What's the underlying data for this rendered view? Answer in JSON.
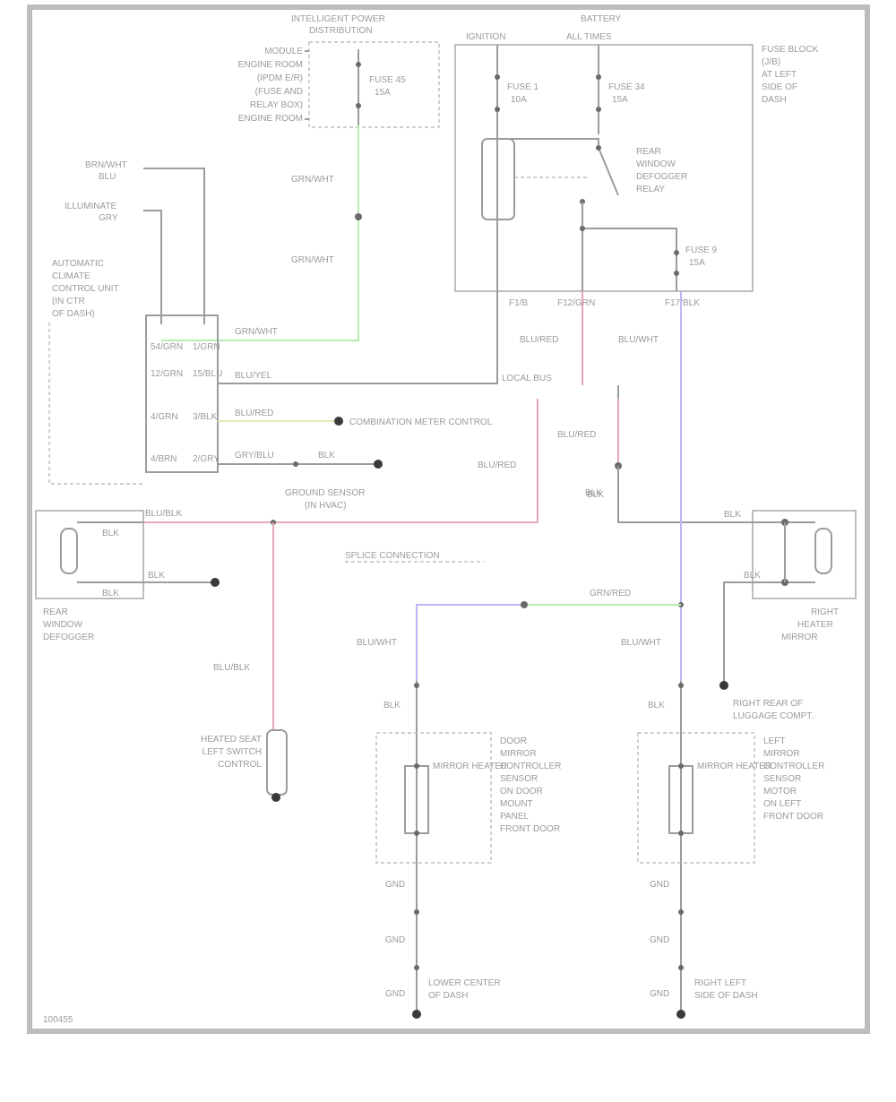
{
  "diagram": {
    "frame_code": "100455",
    "intelligent_power_dist": {
      "title": "INTELLIGENT POWER",
      "title2": "DISTRIBUTION",
      "module_lines": [
        "MODULE",
        "ENGINE ROOM",
        "(IPDM E/R)",
        "(FUSE AND",
        "RELAY BOX)",
        "ENGINE ROOM"
      ],
      "fuse": "FUSE 45",
      "amp": "15A"
    },
    "fuse_block": {
      "hdr1": "IGNITION",
      "hdr2": "BATTERY",
      "hdr3": "ALL TIMES",
      "side": [
        "FUSE BLOCK",
        "(J/B)",
        "AT LEFT",
        "SIDE OF",
        "DASH"
      ],
      "fuse_a": "FUSE 1",
      "amp_a": "10A",
      "fuse_b": "FUSE 34",
      "amp_b": "15A",
      "relay": [
        "REAR",
        "WINDOW",
        "DEFOGGER",
        "RELAY"
      ],
      "fuse_c": "FUSE 9",
      "amp_c": "15A",
      "pins": [
        "F1/B",
        "F12/GRN",
        "F17/BLK"
      ]
    },
    "left_inputs": {
      "in1": [
        "BRN/WHT",
        "BLU"
      ],
      "in2": [
        "ILLUMINATE",
        "GRY"
      ],
      "module": [
        "AUTOMATIC",
        "CLIMATE",
        "CONTROL UNIT",
        "(IN CTR",
        "OF DASH)"
      ],
      "pins": [
        "54/GRN",
        "1/GRN",
        "12/GRN",
        "15/BLU",
        "4/GRN",
        "3/BLK",
        "4/BRN",
        "2/GRY"
      ]
    },
    "wires": {
      "green1": "GRN/WHT",
      "green2": "GRN/WHT",
      "green3": "GRN/WHT",
      "w_tan": "BLU/YEL",
      "w_yel": "BLU/RED",
      "gray_sig": "GRY/BLU",
      "red_a": "BLU/BLK",
      "red_b": "BLU/RED",
      "blue_a": "BLU/WHT",
      "blue_b": "BLU/WHT",
      "blue_c": "BLU/WHT",
      "red_c": "BLU/RED",
      "blk1": "BLK",
      "blk2": "BLK",
      "grn_cross": "GRN/RED",
      "blk_l": "BLK",
      "blk_r": "BLK",
      "gnd_l1": "GND",
      "gnd_l2": "GND",
      "gnd_l3": "GND",
      "gnd_r1": "GND",
      "gnd_r2": "GND",
      "gnd_r3": "GND",
      "pin_b1": "BLK",
      "pin_b2": "BLK",
      "pin_b3": "BLK",
      "pin_b4": "BLK",
      "pin_b5": "BLK",
      "pin_b6": "BLK"
    },
    "notes": {
      "multiplex": "COMBINATION METER CONTROL",
      "ground_sw": [
        "GROUND SENSOR",
        "(IN HVAC)"
      ],
      "fuse_mid": "LOCAL BUS",
      "splice": "SPLICE CONNECTION",
      "heated_sensor": [
        "HEATED SEAT",
        "LEFT SWITCH",
        "CONTROL"
      ],
      "rear_def": [
        "REAR",
        "WINDOW",
        "DEFOGGER"
      ],
      "right_mirror": [
        "RIGHT",
        "HEATER",
        "MIRROR"
      ],
      "right_rear": [
        "RIGHT REAR OF",
        "LUGGAGE COMPT."
      ],
      "door_l": [
        "DOOR",
        "MIRROR",
        "CONTROLLER",
        "SENSOR",
        "ON DOOR",
        "MOUNT",
        "PANEL",
        "FRONT DOOR"
      ],
      "door_r": [
        "LEFT",
        "MIRROR",
        "CONTROLLER",
        "SENSOR",
        "MOTOR",
        "ON LEFT",
        "FRONT DOOR"
      ],
      "mirror_lbl": "MIRROR HEATER",
      "bot_l": [
        "LOWER CENTER",
        "OF DASH"
      ],
      "bot_r": [
        "RIGHT LEFT",
        "SIDE OF DASH"
      ]
    }
  }
}
